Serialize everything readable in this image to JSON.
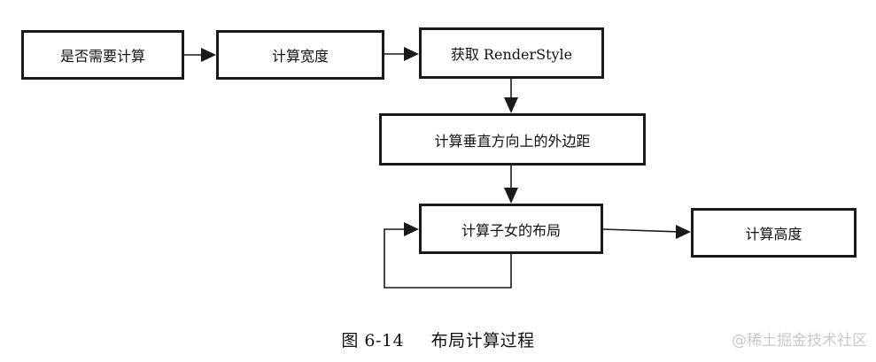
{
  "diagram": {
    "nodes": [
      {
        "id": "b1",
        "label": "是否需要计算"
      },
      {
        "id": "b2",
        "label": "计算宽度"
      },
      {
        "id": "b3",
        "label": "获取 RenderStyle"
      },
      {
        "id": "b4",
        "label": "计算垂直方向上的外边距"
      },
      {
        "id": "b5",
        "label": "计算子女的布局"
      },
      {
        "id": "b6",
        "label": "计算高度"
      }
    ],
    "edges": [
      {
        "from": "b1",
        "to": "b2"
      },
      {
        "from": "b2",
        "to": "b3"
      },
      {
        "from": "b3",
        "to": "b4"
      },
      {
        "from": "b4",
        "to": "b5"
      },
      {
        "from": "b5",
        "to": "b5"
      },
      {
        "from": "b5",
        "to": "b6"
      }
    ]
  },
  "caption": {
    "figure_number": "图 6-14",
    "title": "布局计算过程"
  },
  "watermark": {
    "text": "@稀土掘金技术社区"
  }
}
